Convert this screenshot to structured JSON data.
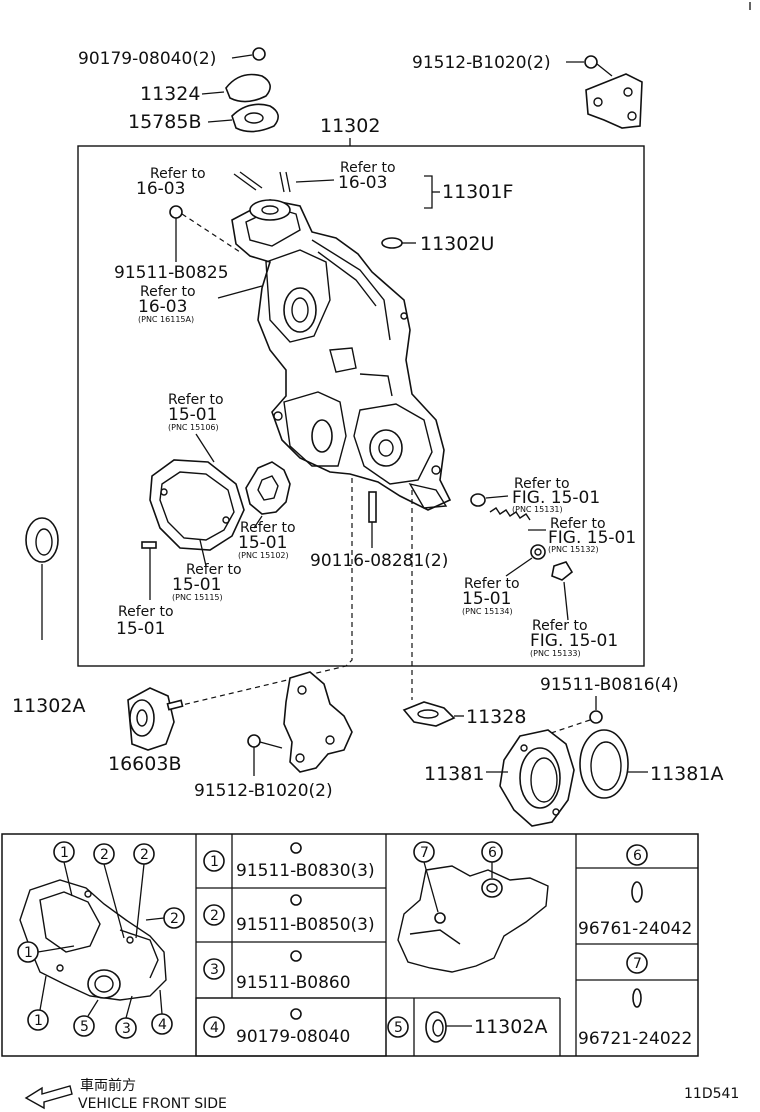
{
  "labels": {
    "p90179_08040": "90179-08040(2)",
    "p91512_b1020_top": "91512-B1020(2)",
    "p11324": "11324",
    "p15785b": "15785B",
    "p11302": "11302",
    "p11301f": "11301F",
    "p11302u": "11302U",
    "p91511_b0825": "91511-B0825",
    "p90116_08281": "90116-08281(2)",
    "p11302a": "11302A",
    "p16603b": "16603B",
    "p91512_b1020_bot": "91512-B1020(2)",
    "p11328": "11328",
    "p91511_b0816": "91511-B0816(4)",
    "p11381": "11381",
    "p11381a": "11381A",
    "diagram_code": "11D541"
  },
  "refs": {
    "r1": {
      "l1": "Refer to",
      "l2": "16-03"
    },
    "r2": {
      "l1": "Refer to",
      "l2": "16-03"
    },
    "r3": {
      "l1": "Refer to",
      "l2": "16-03",
      "l3": "(PNC 16115A)"
    },
    "r4": {
      "l1": "Refer to",
      "l2": "15-01",
      "l3": "(PNC 15106)"
    },
    "r5": {
      "l1": "Refer to",
      "l2": "15-01",
      "l3": "(PNC 15102)"
    },
    "r6": {
      "l1": "Refer to",
      "l2": "15-01",
      "l3": "(PNC 15115)"
    },
    "r7": {
      "l1": "Refer to",
      "l2": "15-01"
    },
    "r8": {
      "l1": "Refer to",
      "l2": "FIG. 15-01",
      "l3": "(PNC 15131)"
    },
    "r9": {
      "l1": "Refer to",
      "l2": "FIG. 15-01",
      "l3": "(PNC 15132)"
    },
    "r10": {
      "l1": "Refer to",
      "l2": "15-01",
      "l3": "(PNC 15134)"
    },
    "r11": {
      "l1": "Refer to",
      "l2": "FIG. 15-01",
      "l3": "(PNC 15133)"
    }
  },
  "legend": {
    "n1": "1",
    "n2": "2",
    "n3": "3",
    "n4": "4",
    "n5": "5",
    "n6": "6",
    "n7": "7",
    "b1": "91511-B0830(3)",
    "b2": "91511-B0850(3)",
    "b3": "91511-B0860",
    "b4": "90179-08040",
    "b5": "11302A",
    "b6": "96761-24042",
    "b7": "96721-24022"
  },
  "footer": {
    "jp": "車両前方",
    "en": "VEHICLE FRONT SIDE"
  },
  "icons": [
    "front-arrow-icon",
    "bolt-icon",
    "oil-seal-icon",
    "o-ring-icon",
    "gasket-icon",
    "bracket-icon"
  ]
}
